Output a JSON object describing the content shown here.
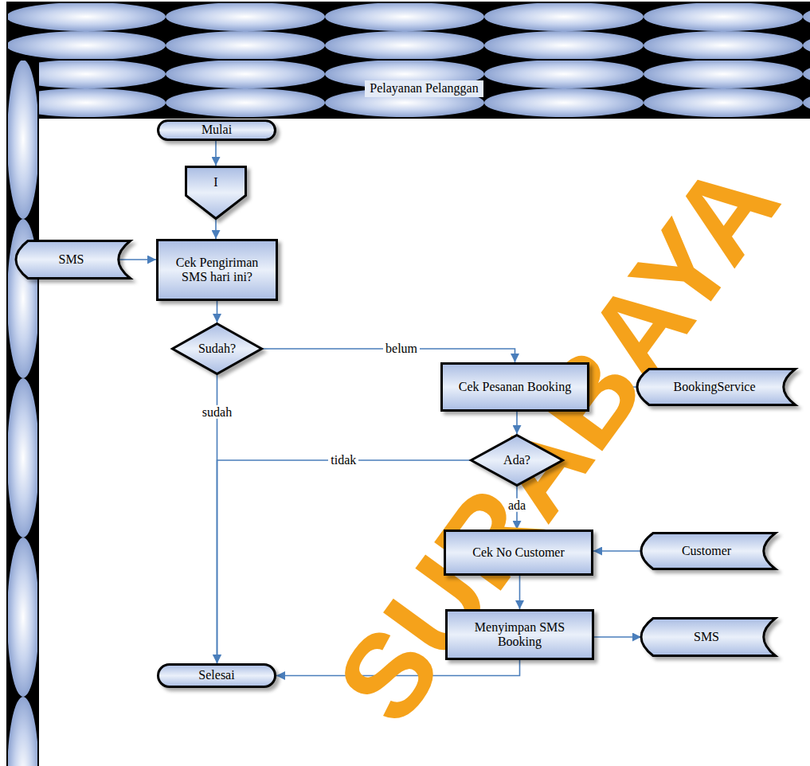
{
  "diagram": {
    "nodes": [
      {
        "text": [
          "Pelayanan Pelanggan"
        ]
      },
      {
        "text": [
          "Mulai"
        ],
        "in": 0
      },
      {
        "text": [
          "I"
        ],
        "in": 0
      },
      {
        "text": [
          "SMS"
        ],
        "in": 0
      },
      {
        "text": [
          "Cek Pengiriman SMS hari ini?"
        ],
        "in": 0
      },
      {
        "text": [
          "Sudah?"
        ],
        "in": 0
      },
      {
        "text": [
          "Cek Pesanan Booking"
        ],
        "in": 0
      },
      {
        "text": [
          "BookingService"
        ],
        "in": 0
      },
      {
        "text": [
          "Ada?"
        ],
        "in": 0
      },
      {
        "text": [
          "Cek No Customer"
        ],
        "in": 0
      },
      {
        "text": [
          "Customer"
        ],
        "in": 0
      },
      {
        "text": [
          "Menyimpan SMS Booking"
        ],
        "in": 0
      },
      {
        "text": [
          "SMS"
        ],
        "in": 0
      },
      {
        "text": [
          "Selesai"
        ],
        "in": 0
      }
    ],
    "edges": [
      {
        "from": 1,
        "to": 2,
        "arrow": "to"
      },
      {
        "from": 2,
        "to": 4,
        "arrow": "to"
      },
      {
        "from": 3,
        "to": 4,
        "arrow": "to"
      },
      {
        "from": 4,
        "to": 5,
        "arrow": "to"
      },
      {
        "from": 5,
        "to": 6,
        "label": "belum",
        "arrow": "to"
      },
      {
        "from": 5,
        "to": 13,
        "label": "sudah",
        "arrow": "to"
      },
      {
        "from": 7,
        "to": 6,
        "arrow": "to"
      },
      {
        "from": 6,
        "to": 8,
        "arrow": "to"
      },
      {
        "from": 8,
        "to": 13,
        "label": "tidak",
        "arrow": "to"
      },
      {
        "from": 8,
        "to": 9,
        "label": "ada",
        "arrow": "to"
      },
      {
        "from": 10,
        "to": 9,
        "arrow": "to"
      },
      {
        "from": 9,
        "to": 11,
        "arrow": "to"
      },
      {
        "from": 11,
        "to": 12,
        "arrow": "to"
      },
      {
        "from": 11,
        "to": 13,
        "arrow": "to"
      }
    ],
    "labels": [
      "SURABAYA"
    ]
  }
}
